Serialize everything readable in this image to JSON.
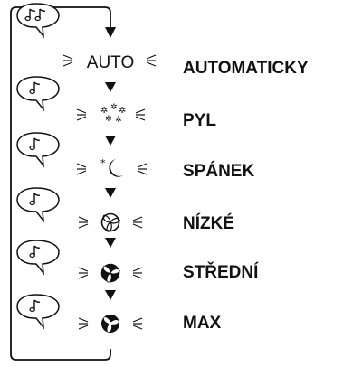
{
  "modes": [
    {
      "id": "auto",
      "label": "AUTOMATICKY",
      "icon": "auto-text-icon",
      "indicator_text": "AUTO",
      "beeps": 2
    },
    {
      "id": "pyl",
      "label": "PYL",
      "icon": "pollen-icon",
      "beeps": 1
    },
    {
      "id": "spanek",
      "label": "SPÁNEK",
      "icon": "sleep-moon-icon",
      "beeps": 1
    },
    {
      "id": "nizke",
      "label": "NÍZKÉ",
      "icon": "fan-low-icon",
      "beeps": 1
    },
    {
      "id": "stredni",
      "label": "STŘEDNÍ",
      "icon": "fan-medium-icon",
      "beeps": 1
    },
    {
      "id": "max",
      "label": "MAX",
      "icon": "fan-max-icon",
      "beeps": 1
    }
  ],
  "beep_icon": "music-note-speech-bubble-icon",
  "flow_icon": "cycle-loop-arrow-icon",
  "colors": {
    "ink": "#111111",
    "background": "#ffffff"
  }
}
